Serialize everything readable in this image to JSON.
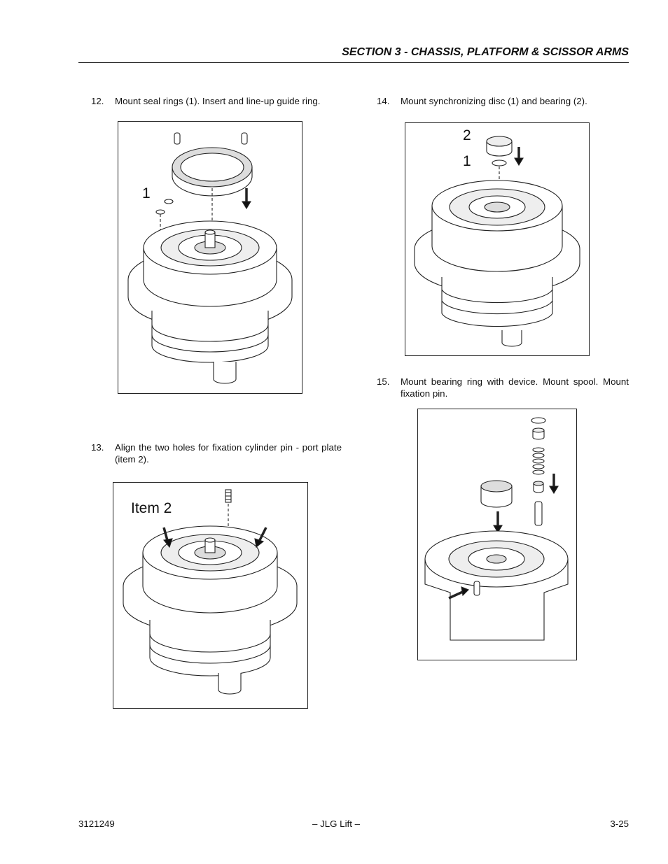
{
  "header": {
    "section_title": "SECTION 3 - CHASSIS, PLATFORM & SCISSOR ARMS"
  },
  "steps": [
    {
      "number": "12.",
      "text": "Mount seal rings (1). Insert and line-up guide ring."
    },
    {
      "number": "13.",
      "text": "Align the two holes for fixation cylinder pin - port plate (item 2)."
    },
    {
      "number": "14.",
      "text": "Mount synchronizing disc (1) and bearing (2)."
    },
    {
      "number": "15.",
      "text": "Mount bearing ring with device. Mount spool. Mount fixation pin."
    }
  ],
  "figures": {
    "fig12": {
      "callout_1": "1"
    },
    "fig13": {
      "callout_item": "Item 2"
    },
    "fig14": {
      "callout_1": "1",
      "callout_2": "2"
    }
  },
  "footer": {
    "doc_number": "3121249",
    "center": "– JLG Lift –",
    "page": "3-25"
  }
}
